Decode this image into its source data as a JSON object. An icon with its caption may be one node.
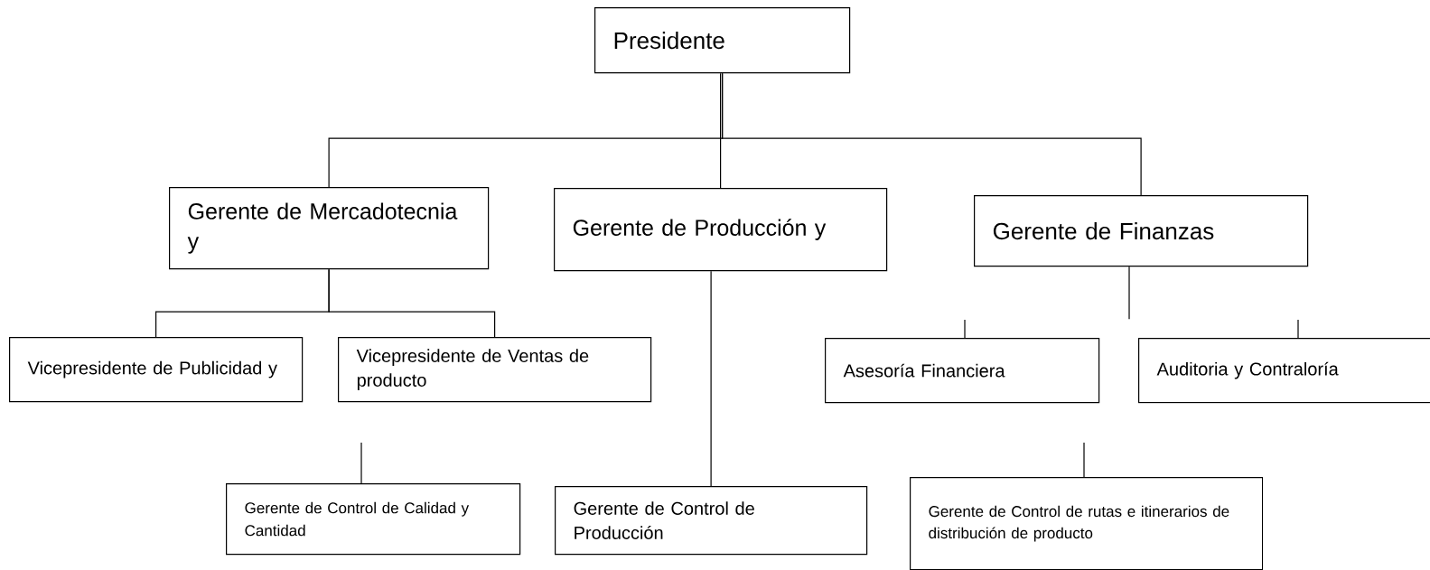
{
  "diagram": {
    "nodes": [
      {
        "text": [
          "Presidente"
        ]
      },
      {
        "text": [
          "Gerente de Mercadotecnia y"
        ]
      },
      {
        "text": [
          "Gerente de Producción y"
        ]
      },
      {
        "text": [
          "Gerente de Finanzas"
        ]
      },
      {
        "text": [
          "Vicepresidente de Publicidad y"
        ]
      },
      {
        "text": [
          "Vicepresidente de Ventas de producto"
        ]
      },
      {
        "text": [
          "Asesoría Financiera"
        ]
      },
      {
        "text": [
          "Auditoria y Contraloría"
        ]
      },
      {
        "text": [
          "Gerente de Control de Calidad y Cantidad"
        ]
      },
      {
        "text": [
          "Gerente de Control de Producción"
        ]
      },
      {
        "text": [
          "Gerente de Control de rutas e itinerarios de distribución de producto"
        ]
      }
    ],
    "edges": [
      {
        "from": 0,
        "to": 1,
        "arrow": "none"
      },
      {
        "from": 0,
        "to": 2,
        "arrow": "none"
      },
      {
        "from": 0,
        "to": 3,
        "arrow": "none"
      },
      {
        "from": 1,
        "to": 4,
        "arrow": "none"
      },
      {
        "from": 1,
        "to": 5,
        "arrow": "none"
      },
      {
        "from": 2,
        "to": 9,
        "arrow": "none"
      },
      {
        "from": 3,
        "to": null,
        "arrow": "none"
      },
      {
        "from": null,
        "to": 6,
        "arrow": "none"
      },
      {
        "from": null,
        "to": 7,
        "arrow": "none"
      },
      {
        "from": null,
        "to": 8,
        "arrow": "none"
      },
      {
        "from": null,
        "to": 10,
        "arrow": "none"
      }
    ]
  }
}
